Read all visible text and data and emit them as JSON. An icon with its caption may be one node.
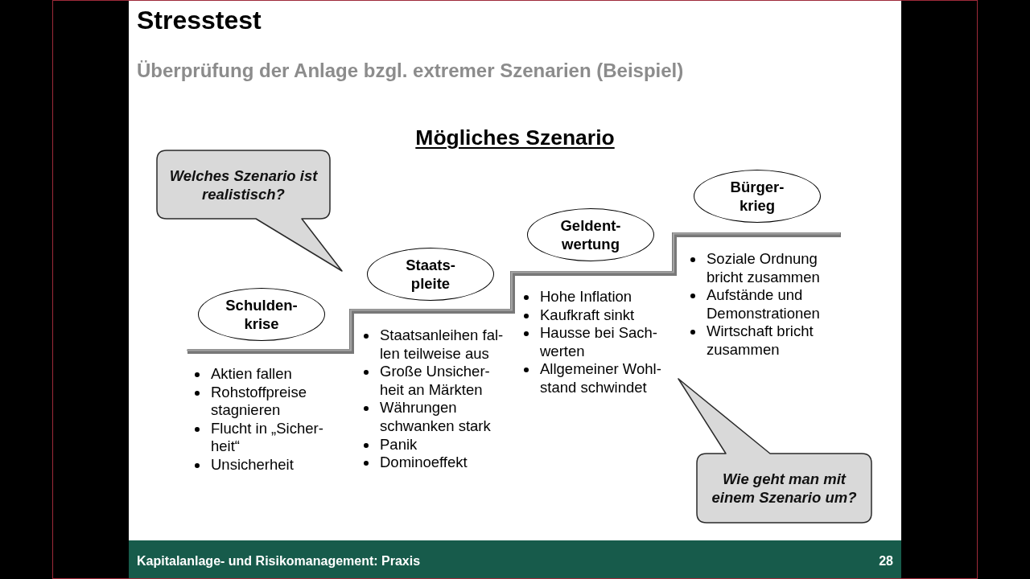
{
  "diagram": {
    "title": "Stresstest",
    "nodes": [
      {
        "text": [
          "Welches Szenario ist realistisch?"
        ]
      },
      {
        "text": [
          "Schulden- krise"
        ],
        "beside": [
          "Aktien fallen",
          "Rohstoffpreise stagnieren",
          "Flucht in „Sicher- heit“",
          "Unsicherheit"
        ]
      },
      {
        "text": [
          "Staats- pleite"
        ],
        "beside": [
          "Staatsanleihen fal- len teilweise aus",
          "Große Unsicher- heit an Märkten",
          "Währungen schwanken stark",
          "Panik",
          "Dominoeffekt"
        ]
      },
      {
        "text": [
          "Geldent- wertung"
        ],
        "beside": [
          "Hohe Inflation",
          "Kaufkraft sinkt",
          "Hausse bei Sach- werten",
          "Allgemeiner Wohl- stand schwindet"
        ]
      },
      {
        "text": [
          "Bürger- krieg"
        ],
        "beside": [
          "Soziale Ordnung bricht zusammen",
          "Aufstände und Demonstrationen",
          "Wirtschaft bricht zusammen"
        ]
      },
      {
        "text": [
          "Wie geht man mit einem Szenario um?"
        ]
      }
    ],
    "labels": [
      "Überprüfung der Anlage bzgl. extremer Szenarien (Beispiel)",
      "Mögliches Szenario",
      "Kapitalanlage- und Risikomanagement: Praxis",
      "28"
    ]
  }
}
